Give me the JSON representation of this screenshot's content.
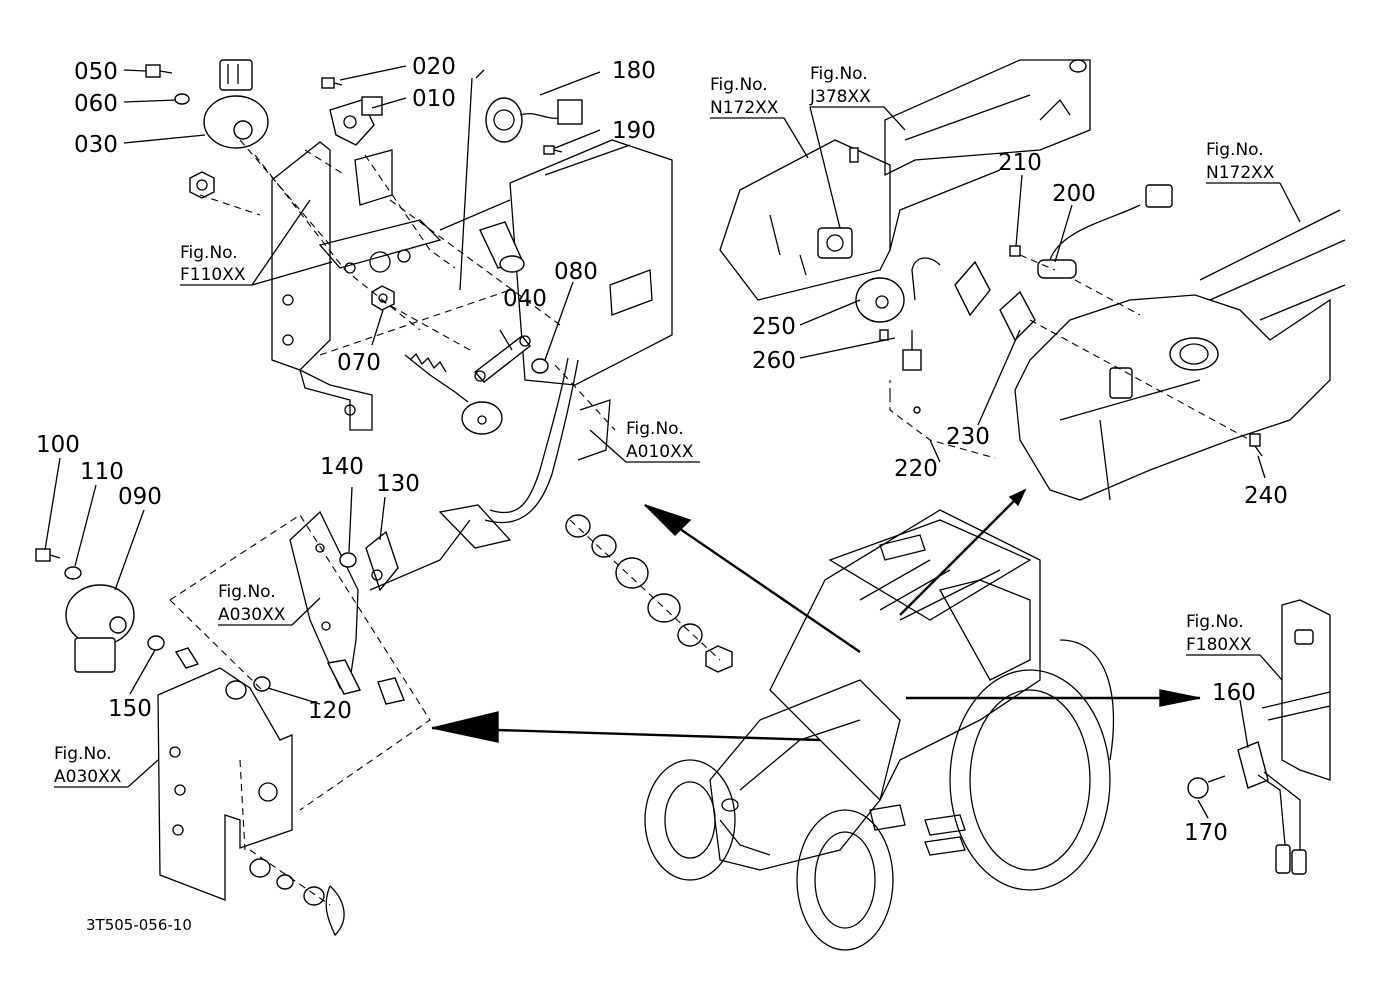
{
  "diagram": {
    "drawing_code": "3T505-056-10",
    "fig_prefix": "Fig.No.",
    "parts": {
      "p010": "010",
      "p020": "020",
      "p030": "030",
      "p040": "040",
      "p050": "050",
      "p060": "060",
      "p070": "070",
      "p080": "080",
      "p090": "090",
      "p100": "100",
      "p110": "110",
      "p120": "120",
      "p130": "130",
      "p140": "140",
      "p150": "150",
      "p160": "160",
      "p170": "170",
      "p180": "180",
      "p190": "190",
      "p200": "200",
      "p210": "210",
      "p220": "220",
      "p230": "230",
      "p240": "240",
      "p250": "250",
      "p260": "260"
    },
    "fig_refs": {
      "f110": "F110XX",
      "a010": "A010XX",
      "a030_upper": "A030XX",
      "a030_lower": "A030XX",
      "n172_left": "N172XX",
      "j378": "J378XX",
      "n172_right": "N172XX",
      "f180": "F180XX"
    }
  }
}
